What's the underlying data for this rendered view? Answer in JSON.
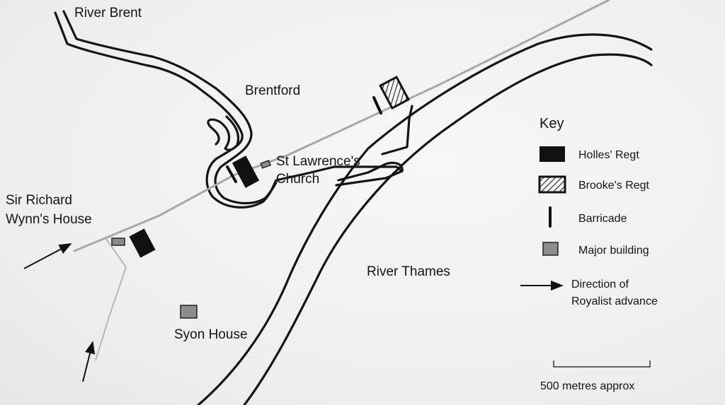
{
  "places": {
    "river_brent": "River Brent",
    "brentford": "Brentford",
    "church_line1": "St Lawrence's",
    "church_line2": "Church",
    "wynn_line1": "Sir Richard",
    "wynn_line2": "Wynn's House",
    "river_thames": "River Thames",
    "syon_house": "Syon House"
  },
  "key": {
    "title": "Key",
    "items": [
      {
        "symbol": "holles",
        "label": "Holles' Regt"
      },
      {
        "symbol": "brooke",
        "label": "Brooke's Regt"
      },
      {
        "symbol": "barricade",
        "label": "Barricade"
      },
      {
        "symbol": "major-building",
        "label": "Major building"
      },
      {
        "symbol": "arrow",
        "label_line1": "Direction of",
        "label_line2": "Royalist advance"
      }
    ]
  },
  "scale": {
    "label": "500 metres approx"
  },
  "colors": {
    "ink": "#141414",
    "road": "#a8a8a8",
    "major_building": "#8c8c8c"
  }
}
